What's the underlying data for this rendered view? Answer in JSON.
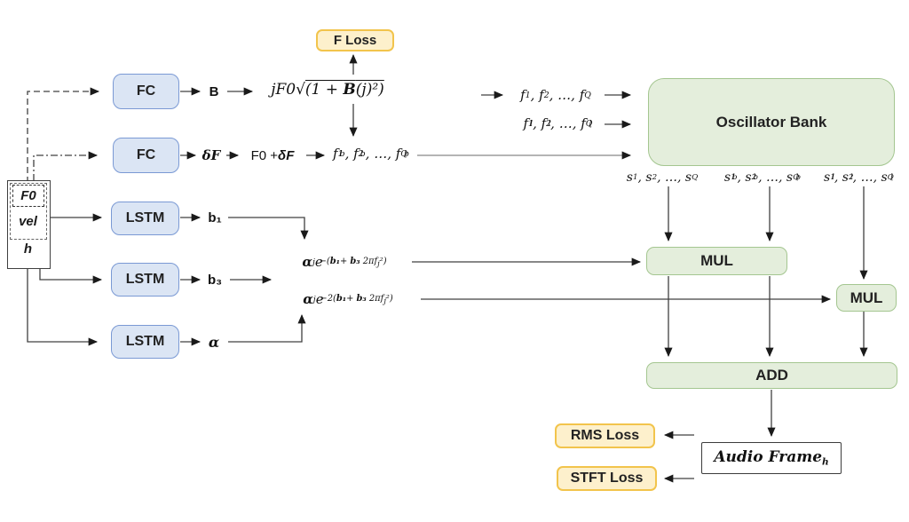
{
  "colors": {
    "blue_fill": "#dbe5f4",
    "blue_border": "#7a99d4",
    "green_fill": "#e4eedc",
    "green_border": "#a4c690",
    "yellow_fill": "#fdf0cc",
    "yellow_border": "#f2c44c",
    "line": "#404040",
    "background": "#ffffff"
  },
  "input": {
    "f0": "F0",
    "vel": "vel",
    "h": "h"
  },
  "blocks": {
    "fc_top": "FC",
    "fc_mid": "FC",
    "lstm_b1": "LSTM",
    "lstm_b3": "LSTM",
    "lstm_alpha": "LSTM",
    "oscillator_bank": "Oscillator Bank",
    "mul_main": "MUL",
    "mul_side": "MUL",
    "add": "ADD"
  },
  "losses": {
    "f": "F Loss",
    "rms": "RMS Loss",
    "stft": "STFT Loss"
  },
  "outputs": {
    "audio_frame": "<b>Audio Frame<sub>h</sub></b>"
  },
  "formulas": {
    "b": "B",
    "inharmonicity": "jF0√<u>(1 + <b>B</b>(j)²)</u>",
    "delta_f": "δF",
    "f0_plus_delta_f": "F0 + <b><i>δF</i></b>",
    "beat_freqs": "f<sub>1</sub><sup>b</sup>, f<sub>2</sub><sup>b</sup>, …, f<sub>Q</sub><sup>b</sup>",
    "freqs": "f<sub>1</sub>, f<sub>2</sub>, …, f<sub>Q</sub>",
    "long_freqs": "f<sub>1</sub><sup>l</sup>, f<sub>2</sub><sup>l</sup>, …, f<sub>Q</sub><sup>l</sup>",
    "sines": "s<sub>1</sub>, s<sub>2</sub>, …, s<sub>Q</sub>",
    "sines_b": "s<sub>1</sub><sup>b</sup>, s<sub>2</sub><sup>b</sup>, …, s<sub>Q</sub><sup>b</sup>",
    "sines_l": "s<sub>1</sub><sup>l</sup>, s<sub>2</sub><sup>l</sup>, …, s<sub>Q</sub><sup>l</sup>",
    "b1": "b₁",
    "b3": "b₃",
    "alpha": "α",
    "damping_beat": "<b>α</b><sub>j</sub>e<sup>−(<b>b₁</b>+ <b>b₃</b> 2πf<sub>j</sub>²)</sup>",
    "damping_long": "<b>α</b><sub>j</sub>e<sup>−2(<b>b₁</b>+ <b>b₃</b> 2πf<sub>j</sub>²)</sup>"
  }
}
